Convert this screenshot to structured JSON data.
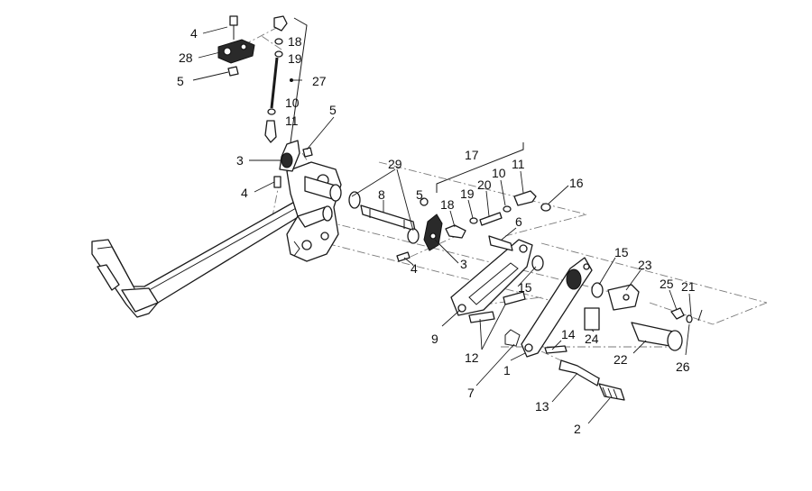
{
  "callouts": [
    {
      "id": "c1",
      "text": "1"
    },
    {
      "id": "c2",
      "text": "2"
    },
    {
      "id": "c3a",
      "text": "3"
    },
    {
      "id": "c3b",
      "text": "3"
    },
    {
      "id": "c4a",
      "text": "4"
    },
    {
      "id": "c4b",
      "text": "4"
    },
    {
      "id": "c4c",
      "text": "4"
    },
    {
      "id": "c5a",
      "text": "5"
    },
    {
      "id": "c5b",
      "text": "5"
    },
    {
      "id": "c5c",
      "text": "5"
    },
    {
      "id": "c6",
      "text": "6"
    },
    {
      "id": "c7",
      "text": "7"
    },
    {
      "id": "c8",
      "text": "8"
    },
    {
      "id": "c9",
      "text": "9"
    },
    {
      "id": "c10a",
      "text": "10"
    },
    {
      "id": "c10b",
      "text": "10"
    },
    {
      "id": "c11a",
      "text": "11"
    },
    {
      "id": "c11b",
      "text": "11"
    },
    {
      "id": "c12",
      "text": "12"
    },
    {
      "id": "c13",
      "text": "13"
    },
    {
      "id": "c14",
      "text": "14"
    },
    {
      "id": "c15a",
      "text": "15"
    },
    {
      "id": "c15b",
      "text": "15"
    },
    {
      "id": "c16",
      "text": "16"
    },
    {
      "id": "c17",
      "text": "17"
    },
    {
      "id": "c18a",
      "text": "18"
    },
    {
      "id": "c18b",
      "text": "18"
    },
    {
      "id": "c19a",
      "text": "19"
    },
    {
      "id": "c19b",
      "text": "19"
    },
    {
      "id": "c20",
      "text": "20"
    },
    {
      "id": "c21",
      "text": "21"
    },
    {
      "id": "c22",
      "text": "22"
    },
    {
      "id": "c23",
      "text": "23"
    },
    {
      "id": "c24",
      "text": "24"
    },
    {
      "id": "c25",
      "text": "25"
    },
    {
      "id": "c26",
      "text": "26"
    },
    {
      "id": "c27",
      "text": "27"
    },
    {
      "id": "c28",
      "text": "28"
    },
    {
      "id": "c29",
      "text": "29"
    }
  ]
}
